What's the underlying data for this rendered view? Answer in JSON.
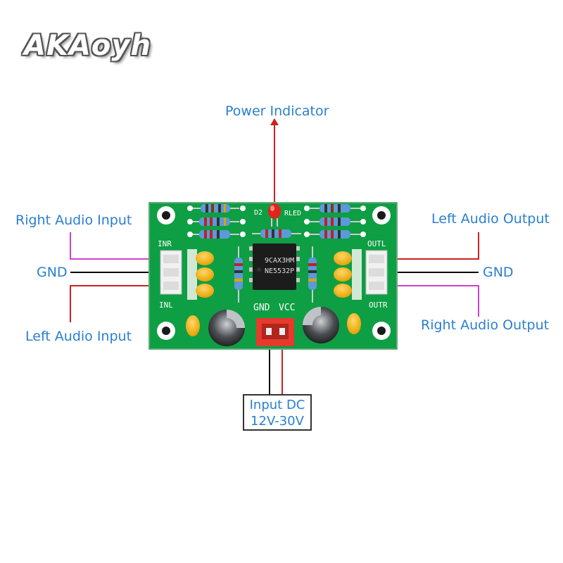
{
  "logo": "AKAoyh",
  "labels": {
    "power_indicator": "Power Indicator",
    "right_audio_input": "Right Audio Input",
    "gnd_left": "GND",
    "left_audio_input": "Left Audio Input",
    "left_audio_output": "Left Audio Output",
    "gnd_right": "GND",
    "right_audio_output": "Right Audio Output",
    "input_dc_line1": "Input DC",
    "input_dc_line2": "12V-30V"
  },
  "board": {
    "silkscreen": {
      "inr": "INR",
      "inl": "INL",
      "outl": "OUTL",
      "outr": "OUTR",
      "gnd": "GND",
      "vcc": "VCC",
      "d2": "D2",
      "rled": "RLED"
    },
    "chip_line1": "9CAX3HM",
    "chip_line2": "NE5532P"
  },
  "colors": {
    "label": "#2a7fd0",
    "signal_line": "#cc2222",
    "right_line": "#d040d0",
    "gnd_line": "#000000",
    "pcb": "#13a84a"
  }
}
